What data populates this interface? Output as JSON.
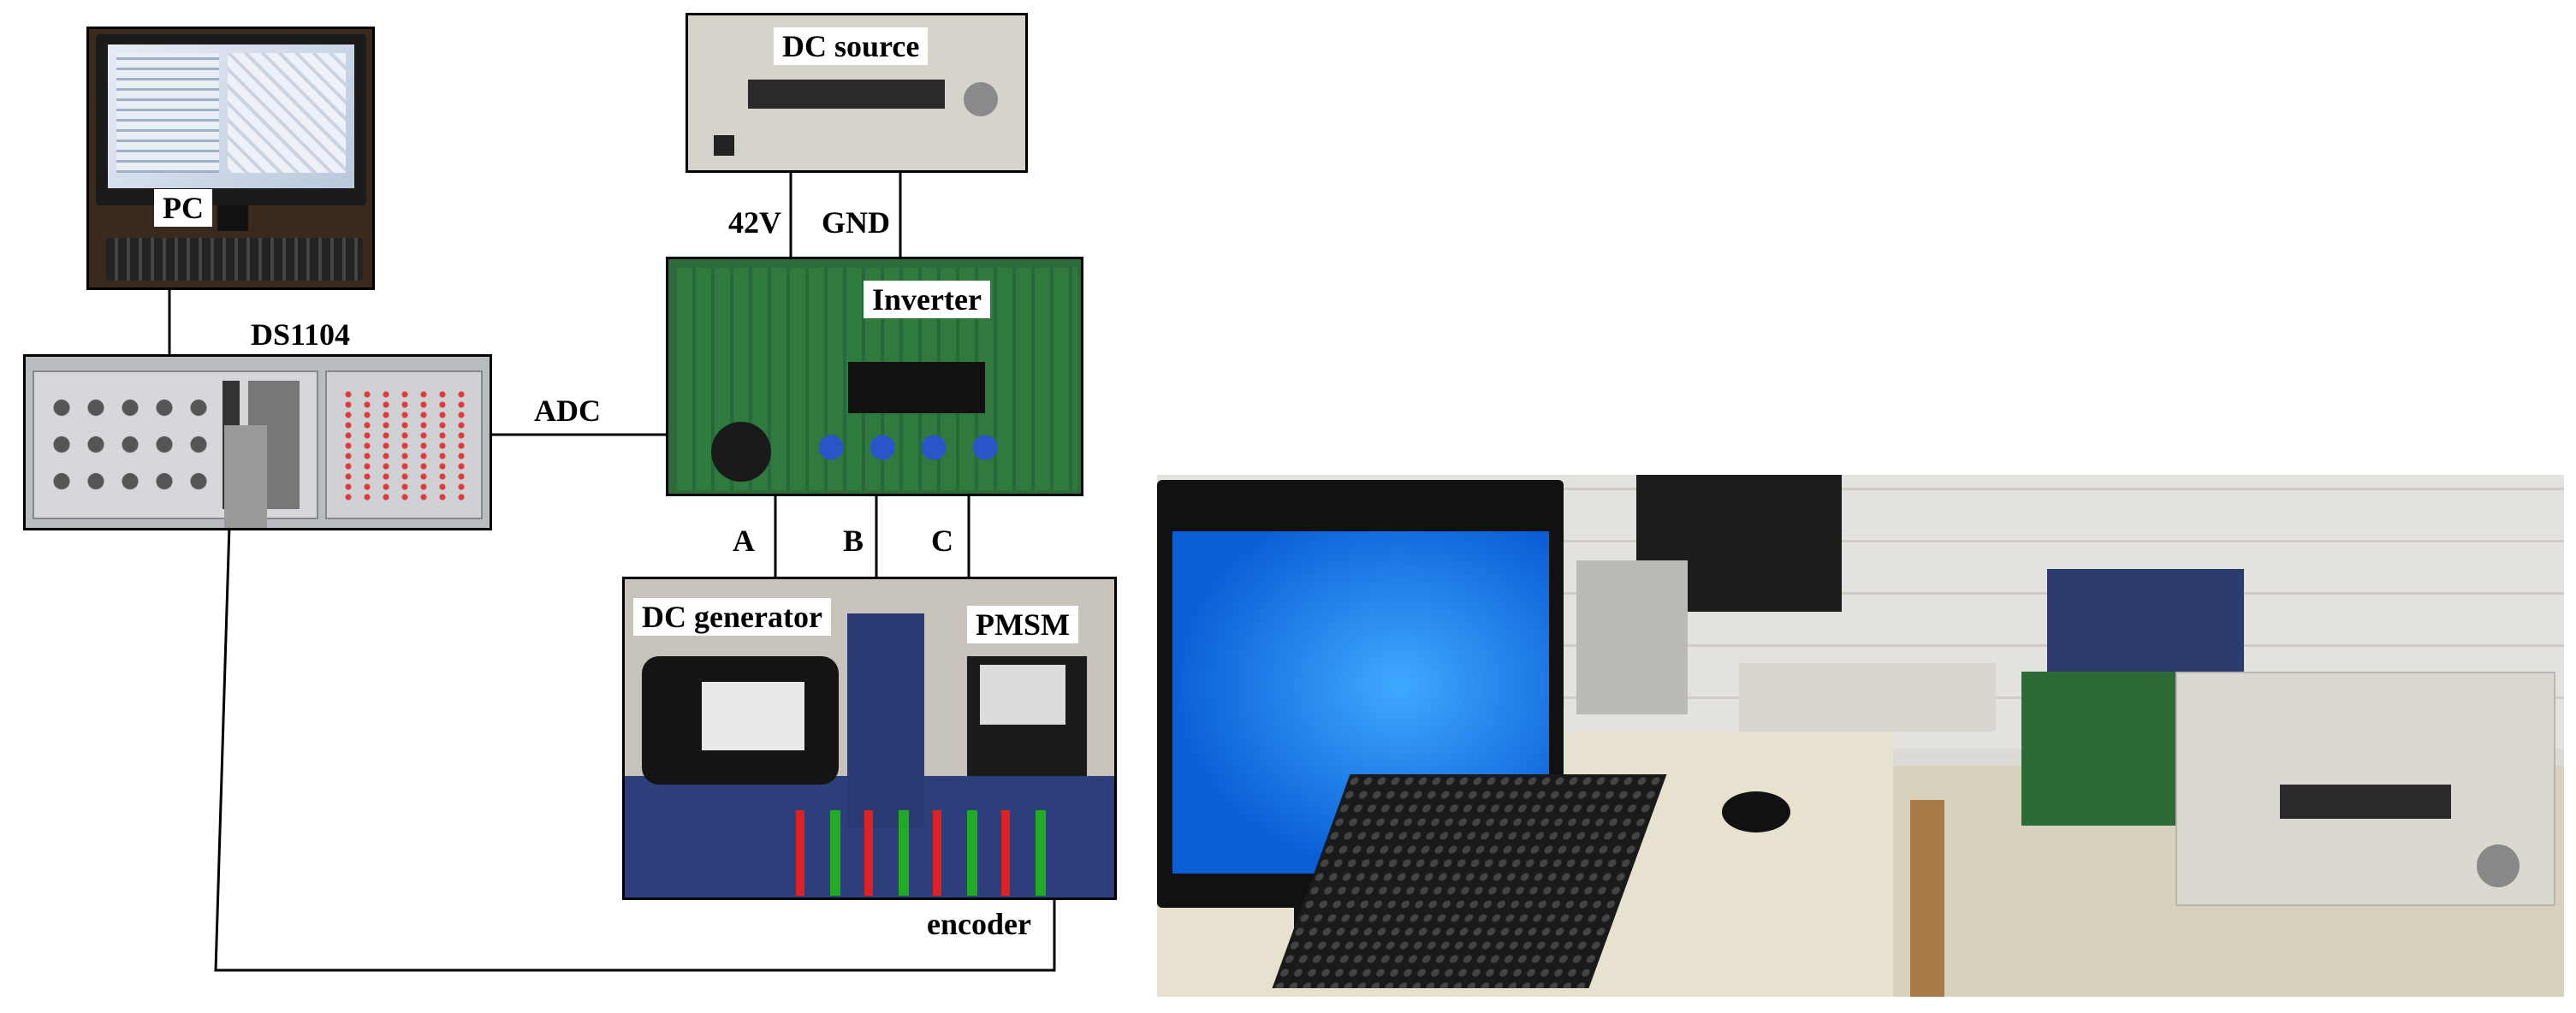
{
  "labels": {
    "pc": "PC",
    "ds1104": "DS1104",
    "dc_source": "DC source",
    "v42": "42V",
    "gnd": "GND",
    "inverter": "Inverter",
    "adc": "ADC",
    "phase_a": "A",
    "phase_b": "B",
    "phase_c": "C",
    "dc_generator": "DC generator",
    "pmsm": "PMSM",
    "encoder": "encoder"
  }
}
